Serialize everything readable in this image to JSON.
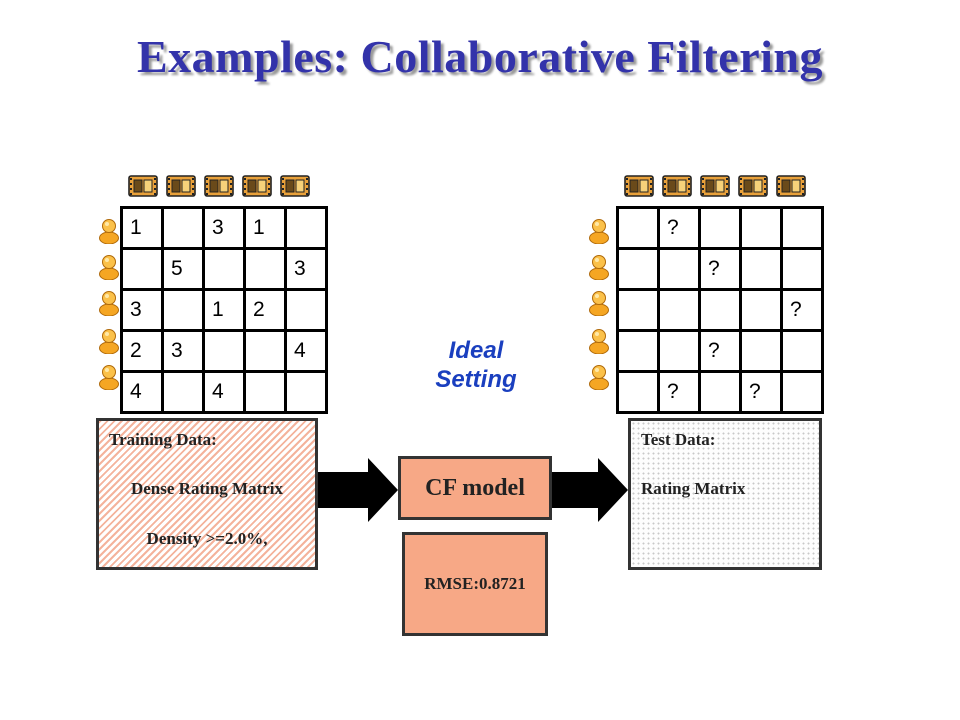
{
  "title": "Examples: Collaborative Filtering",
  "training_matrix": {
    "rows": [
      [
        "1",
        "",
        "3",
        "1",
        ""
      ],
      [
        "",
        "5",
        "",
        "",
        "3"
      ],
      [
        "3",
        "",
        "1",
        "2",
        ""
      ],
      [
        "2",
        "3",
        "",
        "",
        "4"
      ],
      [
        "4",
        "",
        "4",
        "",
        ""
      ]
    ]
  },
  "test_matrix": {
    "rows": [
      [
        "",
        "?",
        "",
        "",
        ""
      ],
      [
        "",
        "",
        "?",
        "",
        ""
      ],
      [
        "",
        "",
        "",
        "",
        "?"
      ],
      [
        "",
        "",
        "?",
        "",
        ""
      ],
      [
        "",
        "?",
        "",
        "?",
        ""
      ]
    ]
  },
  "icons": {
    "user": "user-icon",
    "movie": "film-reel-icon"
  },
  "ideal_setting": {
    "line1": "Ideal",
    "line2": "Setting"
  },
  "training_box": {
    "heading": "Training Data:",
    "subtitle": "Dense Rating Matrix",
    "density": "Density >=2.0%,"
  },
  "cf_model_label": "CF model",
  "rmse_label": "RMSE:0.8721",
  "test_box": {
    "heading": "Test Data:",
    "subtitle": "Rating Matrix"
  },
  "colors": {
    "title": "#3333aa",
    "ideal_text": "#1a3fbf",
    "model_fill": "#f7a886",
    "training_hatch": "#f4b39c",
    "user_icon": "#f5a623",
    "film_icon": "#d08a2a"
  }
}
